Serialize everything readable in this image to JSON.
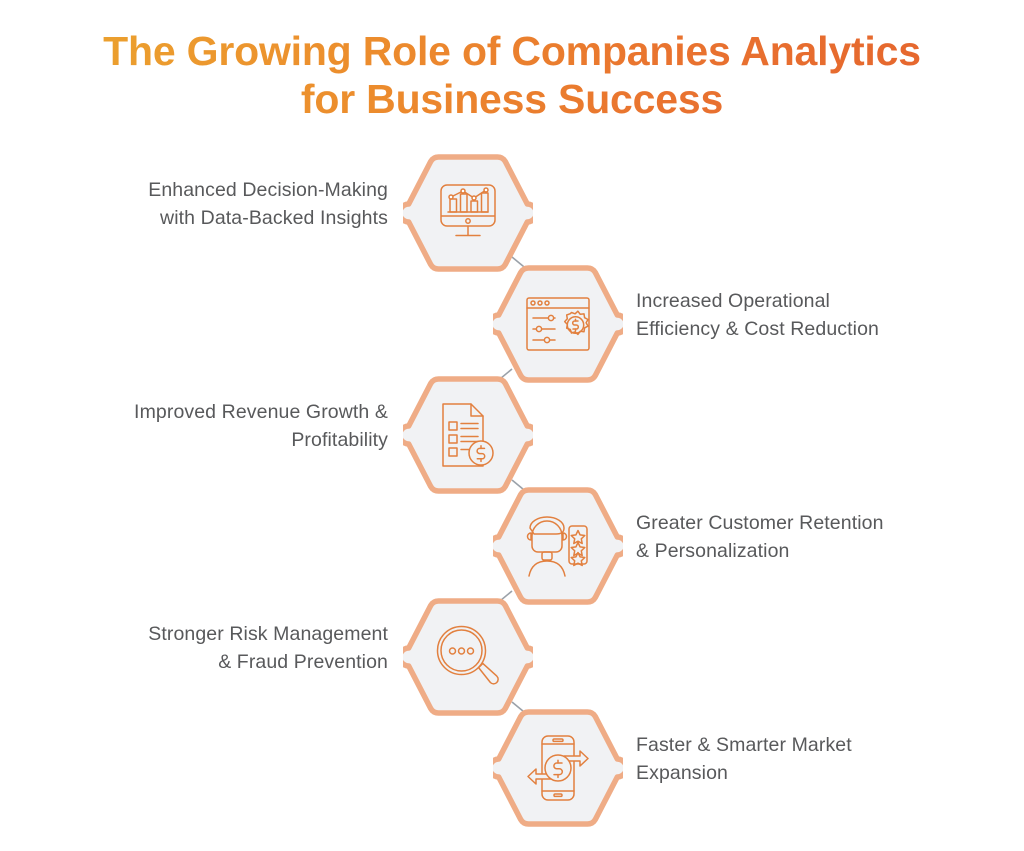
{
  "title": {
    "line1": "The Growing Role of Companies Analytics",
    "line2": "for Business Success",
    "gradient_start": "#EBA72F",
    "gradient_end": "#E4622E"
  },
  "theme": {
    "background": "#FFFFFF",
    "hex_stroke": "#EFAC86",
    "hex_fill": "#F1F2F4",
    "icon_stroke": "#E2803F",
    "connector": "#9AA1A9",
    "label_color": "#58595B"
  },
  "steps": [
    {
      "index": 1,
      "side": "left",
      "label": "Enhanced Decision-Making with Data-Backed Insights",
      "label_line1": "Enhanced Decision-Making",
      "label_line2": "with Data-Backed Insights",
      "icon": "monitor-analytics-icon"
    },
    {
      "index": 2,
      "side": "right",
      "label": "Increased Operational Efficiency & Cost Reduction",
      "label_line1": "Increased Operational",
      "label_line2": "Efficiency & Cost Reduction",
      "icon": "browser-gear-dollar-icon"
    },
    {
      "index": 3,
      "side": "left",
      "label": "Improved Revenue Growth & Profitability",
      "label_line1": "Improved Revenue Growth &",
      "label_line2": "Profitability",
      "icon": "document-checklist-dollar-icon"
    },
    {
      "index": 4,
      "side": "right",
      "label": "Greater Customer Retention & Personalization",
      "label_line1": "Greater Customer Retention",
      "label_line2": "& Personalization",
      "icon": "customer-rating-stars-icon"
    },
    {
      "index": 5,
      "side": "left",
      "label": "Stronger Risk Management & Fraud Prevention",
      "label_line1": "Stronger Risk Management",
      "label_line2": "& Fraud Prevention",
      "icon": "magnifier-dots-icon"
    },
    {
      "index": 6,
      "side": "right",
      "label": "Faster & Smarter Market Expansion",
      "label_line1": "Faster & Smarter Market",
      "label_line2": "Expansion",
      "icon": "mobile-money-transfer-icon"
    }
  ]
}
